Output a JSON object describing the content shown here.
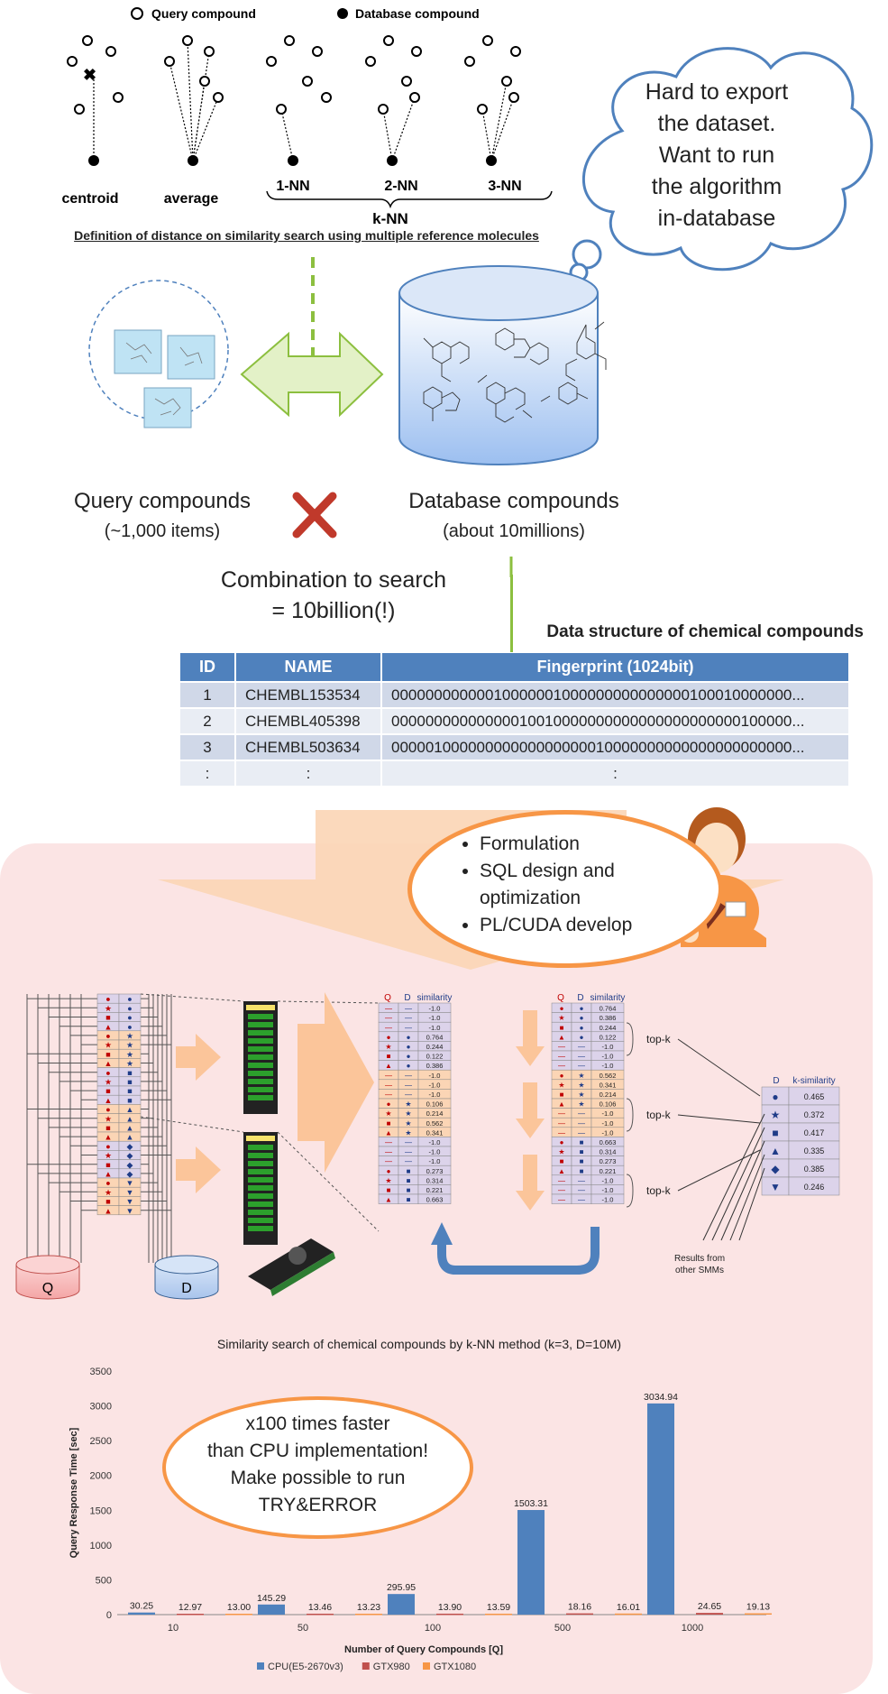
{
  "legend_top": {
    "query": "Query compound",
    "database": "Database compound"
  },
  "methods": {
    "centroid": "centroid",
    "average": "average",
    "nn1": "1-NN",
    "nn2": "2-NN",
    "nn3": "3-NN",
    "knn": "k-NN"
  },
  "caption": "Definition of distance on similarity search using multiple reference molecules",
  "cloud": [
    "Hard to export",
    "the dataset.",
    "Want to run",
    "the algorithm",
    "in-database"
  ],
  "query_label": "Query compounds",
  "query_count": "(~1,000 items)",
  "db_label": "Database compounds",
  "db_count": "(about 10millions)",
  "combination": [
    "Combination to search",
    "= 10billion(!)"
  ],
  "data_structure": {
    "title": "Data structure of chemical compounds",
    "headers": [
      "ID",
      "NAME",
      "Fingerprint (1024bit)"
    ],
    "rows": [
      [
        "1",
        "CHEMBL153534",
        "00000000000010000001000000000000000100010000000..."
      ],
      [
        "2",
        "CHEMBL405398",
        "00000000000000010010000000000000000000000100000..."
      ],
      [
        "3",
        "CHEMBL503634",
        "00000100000000000000000010000000000000000000000..."
      ],
      [
        ":",
        ":",
        ":"
      ]
    ]
  },
  "tasks": [
    "Formulation",
    "SQL design and optimization",
    "PL/CUDA develop"
  ],
  "process": {
    "q": "Q",
    "d": "D",
    "similarity": "similarity",
    "topk": "top-k",
    "ksim": "k-similarity",
    "other": [
      "Results from",
      "other SMMs"
    ],
    "left_values": [
      "-1.0",
      "-1.0",
      "-1.0",
      "0.764",
      "0.244",
      "0.122",
      "0.386",
      "-1.0",
      "-1.0",
      "-1.0",
      "0.106",
      "0.214",
      "0.562",
      "0.341",
      "-1.0",
      "-1.0",
      "-1.0",
      "0.273",
      "0.314",
      "0.221",
      "0.663"
    ],
    "right_values": [
      "0.764",
      "0.386",
      "0.244",
      "0.122",
      "-1.0",
      "-1.0",
      "-1.0",
      "0.562",
      "0.341",
      "0.214",
      "0.106",
      "-1.0",
      "-1.0",
      "-1.0",
      "0.663",
      "0.314",
      "0.273",
      "0.221",
      "-1.0",
      "-1.0",
      "-1.0"
    ],
    "result_values": [
      "0.465",
      "0.372",
      "0.417",
      "0.335",
      "0.385",
      "0.246"
    ]
  },
  "speed_note": [
    "x100 times faster",
    "than CPU implementation!",
    "Make possible to run",
    "TRY&ERROR"
  ],
  "chart_data": {
    "type": "bar",
    "title": "Similarity search of chemical compounds by k-NN method (k=3, D=10M)",
    "xlabel": "Number of Query Compounds [Q]",
    "ylabel": "Query Response Time [sec]",
    "ylim": [
      0,
      3500
    ],
    "yticks": [
      0,
      500,
      1000,
      1500,
      2000,
      2500,
      3000,
      3500
    ],
    "categories": [
      "10",
      "50",
      "100",
      "500",
      "1000"
    ],
    "series": [
      {
        "name": "CPU(E5-2670v3)",
        "color": "#4f81bd",
        "values": [
          30.25,
          145.29,
          295.95,
          1503.31,
          3034.94
        ],
        "labels": [
          "30.25",
          "145.29",
          "295.95",
          "1503.31",
          "3034.94"
        ]
      },
      {
        "name": "GTX980",
        "color": "#c0504d",
        "values": [
          12.97,
          13.46,
          13.9,
          18.16,
          24.65
        ],
        "labels": [
          "12.97",
          "13.46",
          "13.90",
          "18.16",
          "24.65"
        ]
      },
      {
        "name": "GTX1080",
        "color": "#f79646",
        "values": [
          13.0,
          13.23,
          13.59,
          16.01,
          19.13
        ],
        "labels": [
          "13.00",
          "13.23",
          "13.59",
          "16.01",
          "19.13"
        ]
      }
    ],
    "grid": false,
    "legend_position": "bottom"
  }
}
